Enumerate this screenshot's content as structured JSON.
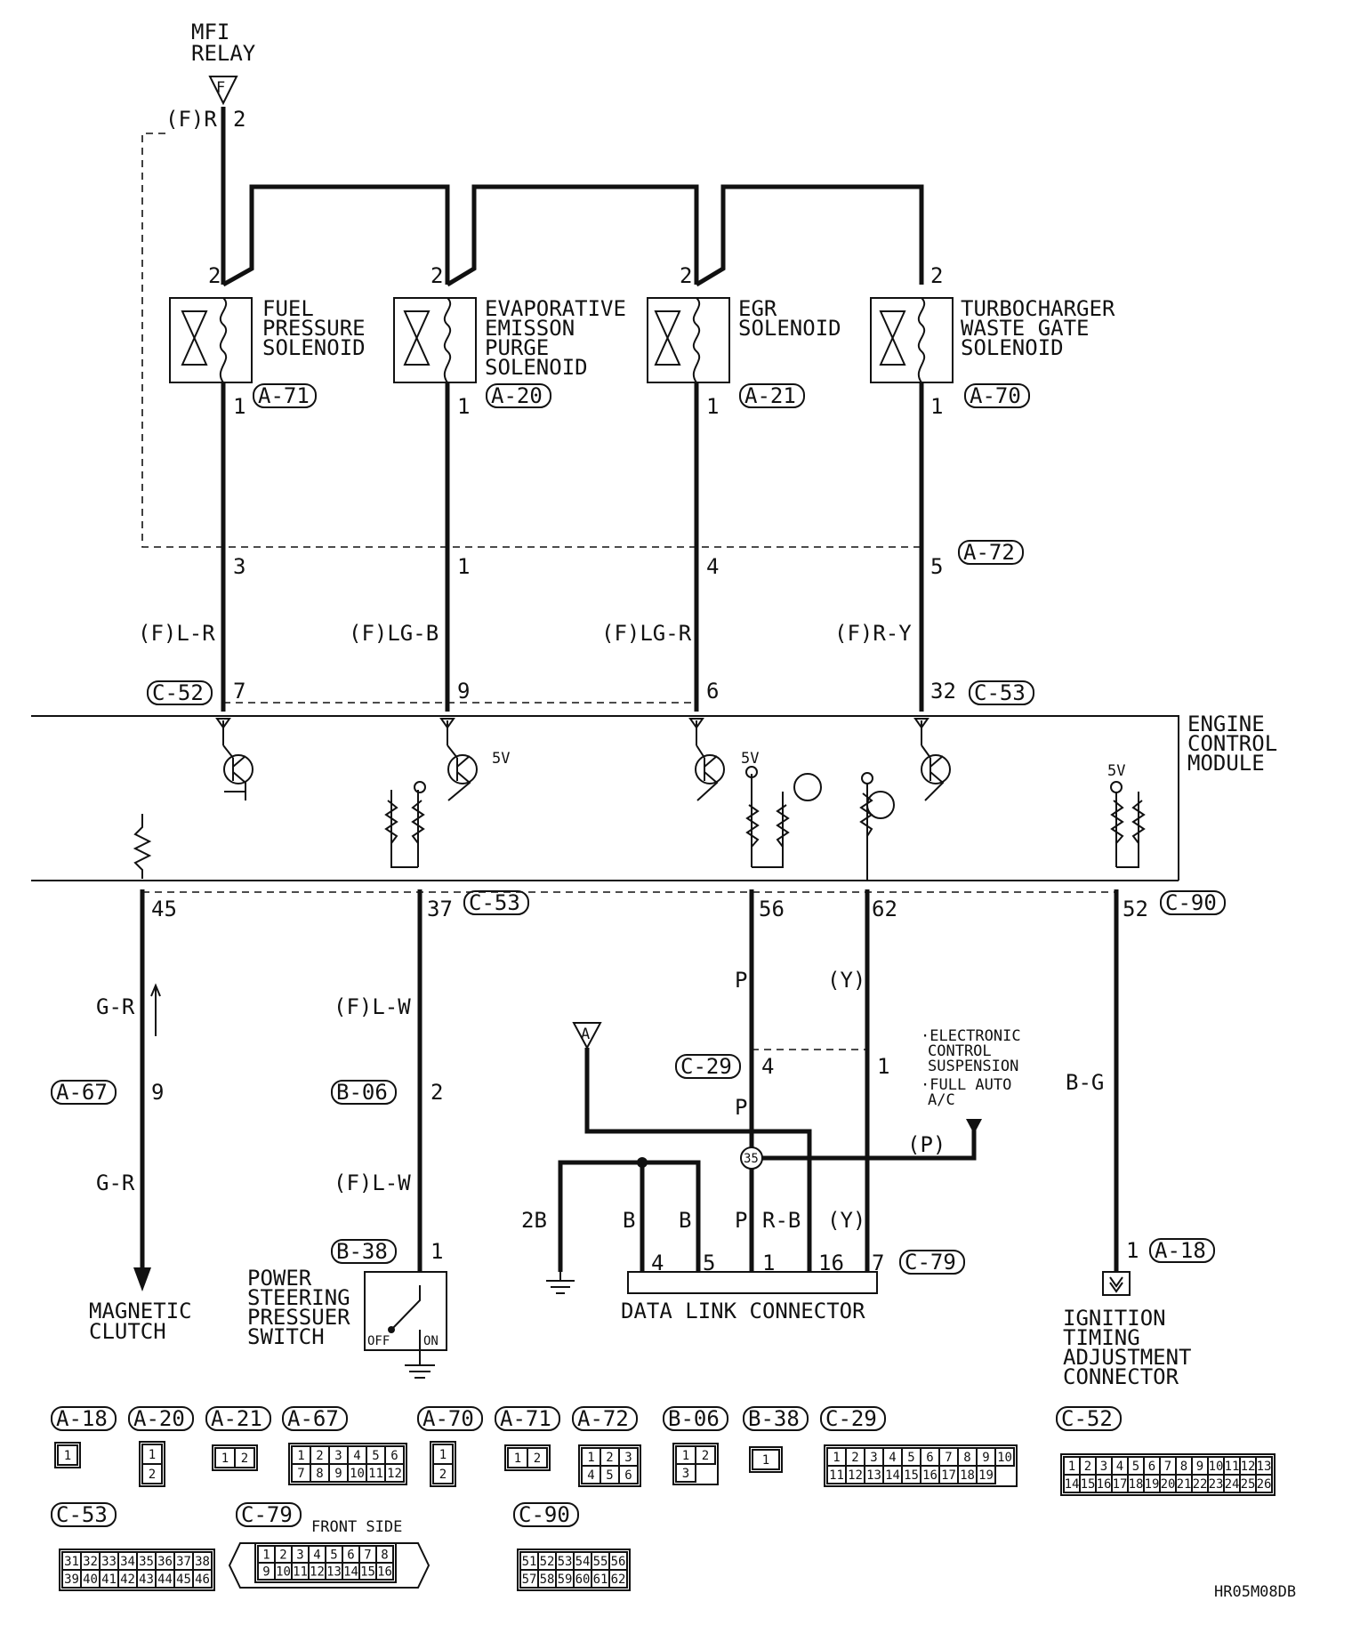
{
  "mfi_relay": {
    "label_1": "MFI",
    "label_2": "RELAY",
    "terminal": "F",
    "wire_color": "(F)R",
    "pin": "2"
  },
  "solenoids": [
    {
      "name_lines": [
        "FUEL",
        "PRESSURE",
        "SOLENOID"
      ],
      "connector": "A-71",
      "pin_top": "2",
      "pin_bottom": "1"
    },
    {
      "name_lines": [
        "EVAPORATIVE",
        "EMISSON",
        "PURGE",
        "SOLENOID"
      ],
      "connector": "A-20",
      "pin_top": "2",
      "pin_bottom": "1"
    },
    {
      "name_lines": [
        "EGR",
        "SOLENOID"
      ],
      "connector": "A-21",
      "pin_top": "2",
      "pin_bottom": "1"
    },
    {
      "name_lines": [
        "TURBOCHARGER",
        "WASTE GATE",
        "SOLENOID"
      ],
      "connector": "A-70",
      "pin_top": "2",
      "pin_bottom": "1"
    }
  ],
  "a72": {
    "connector": "A-72",
    "pins": [
      "3",
      "1",
      "4",
      "5"
    ]
  },
  "ecm_inputs": {
    "wire_colors": [
      "(F)L-R",
      "(F)LG-B",
      "(F)LG-R",
      "(F)R-Y"
    ],
    "pins": [
      "7",
      "9",
      "6",
      "32"
    ],
    "connector_left": "C-52",
    "connector_right": "C-53"
  },
  "ecm": {
    "name_lines": [
      "ENGINE",
      "CONTROL",
      "MODULE"
    ],
    "v1": "5V",
    "v2": "5V",
    "v3": "5V"
  },
  "ecm_outputs": {
    "pins": [
      "45",
      "37",
      "56",
      "62",
      "52"
    ],
    "connector_mid": "C-53",
    "connector_right": "C-90"
  },
  "mag_clutch": {
    "wire_top": "G-R",
    "connector": "A-67",
    "pin": "9",
    "wire_bottom": "G-R",
    "name_lines": [
      "MAGNETIC",
      "CLUTCH"
    ]
  },
  "ps_switch": {
    "wire_top": "(F)L-W",
    "connector_mid": "B-06",
    "pin_mid": "2",
    "wire_bottom": "(F)L-W",
    "connector": "B-38",
    "pin": "1",
    "name_lines": [
      "POWER",
      "STEERING",
      "PRESSUER",
      "SWITCH"
    ],
    "off": "OFF",
    "on": "ON"
  },
  "dlc": {
    "wire_p": "P",
    "wire_y": "(Y)",
    "c29": "C-29",
    "c29_pin4": "4",
    "c29_pin1": "1",
    "wire_p2": "P",
    "a_terminal": "A",
    "splice": "35",
    "wire_p_paren": "(P)",
    "ecs_lines": [
      "·ELECTRONIC",
      "CONTROL",
      "SUSPENSION",
      "·FULL AUTO",
      "A/C"
    ],
    "ground": "2B",
    "wires": [
      "B",
      "B",
      "P",
      "R-B",
      "(Y)"
    ],
    "pins": [
      "4",
      "5",
      "1",
      "16",
      "7"
    ],
    "connector": "C-79",
    "name": "DATA LINK CONNECTOR"
  },
  "ign": {
    "wire": "B-G",
    "pin": "1",
    "connector": "A-18",
    "name_lines": [
      "IGNITION",
      "TIMING",
      "ADJUSTMENT",
      "CONNECTOR"
    ]
  },
  "legend": {
    "row1": [
      "A-18",
      "A-20",
      "A-21",
      "A-67",
      "A-70",
      "A-71",
      "A-72",
      "B-06",
      "B-38",
      "C-29",
      "C-52"
    ],
    "row2": [
      "C-53",
      "C-79",
      "C-90"
    ],
    "front_side": "FRONT SIDE",
    "a18_pins": [
      "1"
    ],
    "a20_pins": [
      "1",
      "2"
    ],
    "a21_pins": [
      "1",
      "2"
    ],
    "a67_pins": [
      "1",
      "2",
      "3",
      "4",
      "5",
      "6",
      "7",
      "8",
      "9",
      "10",
      "11",
      "12"
    ],
    "a70_pins": [
      "1",
      "2"
    ],
    "a71_pins": [
      "1",
      "2"
    ],
    "a72_pins": [
      "1",
      "2",
      "3",
      "4",
      "5",
      "6"
    ],
    "b06_pins": [
      "1",
      "2",
      "3"
    ],
    "b38_pins": [
      "1"
    ],
    "c29_pins": [
      "1",
      "2",
      "3",
      "4",
      "5",
      "6",
      "7",
      "8",
      "9",
      "10",
      "11",
      "12",
      "13",
      "14",
      "15",
      "16",
      "17",
      "18",
      "19"
    ],
    "c52_pins": [
      "1",
      "2",
      "3",
      "4",
      "5",
      "6",
      "7",
      "8",
      "9",
      "10",
      "11",
      "12",
      "13",
      "14",
      "15",
      "16",
      "17",
      "18",
      "19",
      "20",
      "21",
      "22",
      "23",
      "24",
      "25",
      "26"
    ],
    "c53_pins": [
      "31",
      "32",
      "33",
      "34",
      "35",
      "36",
      "37",
      "38",
      "39",
      "40",
      "41",
      "42",
      "43",
      "44",
      "45",
      "46"
    ],
    "c79_pins": [
      "1",
      "2",
      "3",
      "4",
      "5",
      "6",
      "7",
      "8",
      "9",
      "10",
      "11",
      "12",
      "13",
      "14",
      "15",
      "16"
    ],
    "c90_pins": [
      "51",
      "52",
      "53",
      "54",
      "55",
      "56",
      "57",
      "58",
      "59",
      "60",
      "61",
      "62"
    ]
  },
  "diagram_code": "HR05M08DB"
}
